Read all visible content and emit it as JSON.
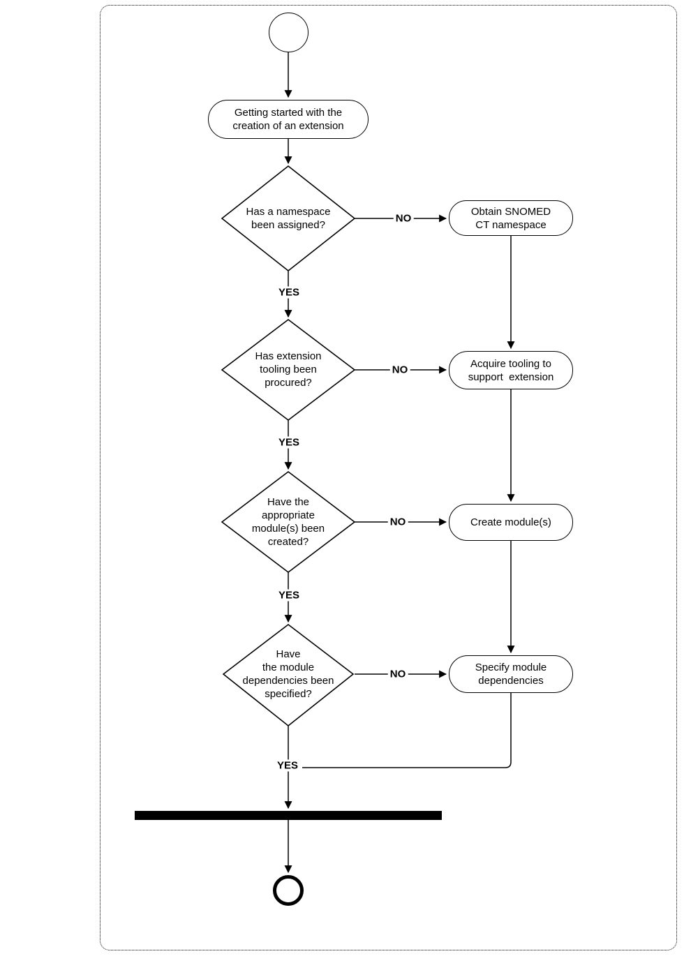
{
  "diagram": {
    "type": "uml-activity-diagram",
    "activity": {
      "label": "Getting started with the\ncreation of an extension"
    },
    "decisions": [
      {
        "label": "Has a namespace\nbeen assigned?"
      },
      {
        "label": "Has extension\ntooling been\nprocured?"
      },
      {
        "label": "Have the\nappropriate\nmodule(s) been\ncreated?"
      },
      {
        "label": "Have\nthe module\ndependencies been\nspecified?"
      }
    ],
    "actions": [
      {
        "label": "Obtain SNOMED\nCT namespace"
      },
      {
        "label": "Acquire tooling to\nsupport  extension"
      },
      {
        "label": "Create module(s)"
      },
      {
        "label": "Specify module\ndependencies"
      }
    ],
    "edges": {
      "d1_no": "NO",
      "d1_yes": "YES",
      "d2_no": "NO",
      "d2_yes": "YES",
      "d3_no": "NO",
      "d3_yes": "YES",
      "d4_no": "NO",
      "d4_yes": "YES"
    },
    "colors": {
      "stroke": "#000000",
      "node_fill": "#ffffff",
      "join_bar": "#000000",
      "border": "#000000",
      "background": "#ffffff"
    }
  }
}
